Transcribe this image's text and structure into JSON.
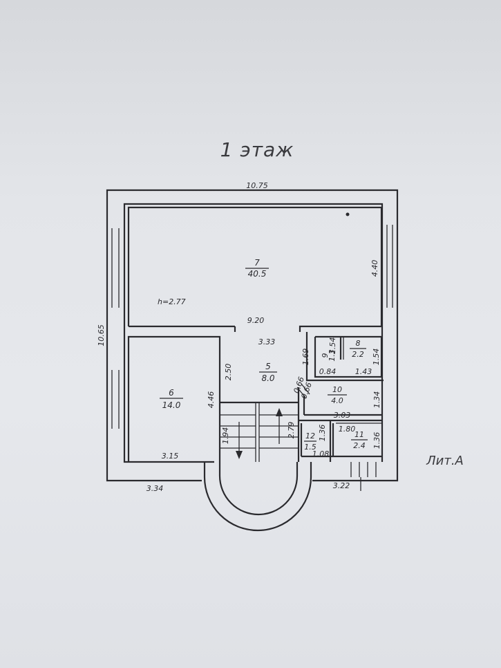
{
  "title": "1 этаж",
  "lit": "Лит.А",
  "height_label": "h=2.77",
  "rooms": [
    {
      "number": "7",
      "area": "40.5"
    },
    {
      "number": "6",
      "area": "14.0"
    },
    {
      "number": "5",
      "area": "8.0"
    },
    {
      "number": "8",
      "area": "2.2"
    },
    {
      "number": "9",
      "area": "1.3"
    },
    {
      "number": "10",
      "area": "4.0"
    },
    {
      "number": "11",
      "area": "2.4"
    },
    {
      "number": "12",
      "area": "1.5"
    }
  ],
  "dimensions": {
    "top_width": "10.75",
    "left_height": "10.65",
    "room7_height": "4.40",
    "room7_width": "9.20",
    "room5_width": "3.33",
    "room5_height": "2.50",
    "room6_height": "4.46",
    "room6_width": "3.15",
    "bottom_left": "3.34",
    "bottom_right": "3.22",
    "stair_left": "1.94",
    "stair_right": "2.79",
    "room9_height": "1.69",
    "room9_side": "1.54",
    "room9_width": "0.84",
    "room8_width": "1.43",
    "room8_height": "1.54",
    "diag_a": "0.66",
    "diag_b": "0.66",
    "room10_width": "3.03",
    "room10_height": "1.34",
    "room11_width": "1.80",
    "room11_height": "1.36",
    "room12_height": "1.36",
    "room12_width": "1.08"
  }
}
